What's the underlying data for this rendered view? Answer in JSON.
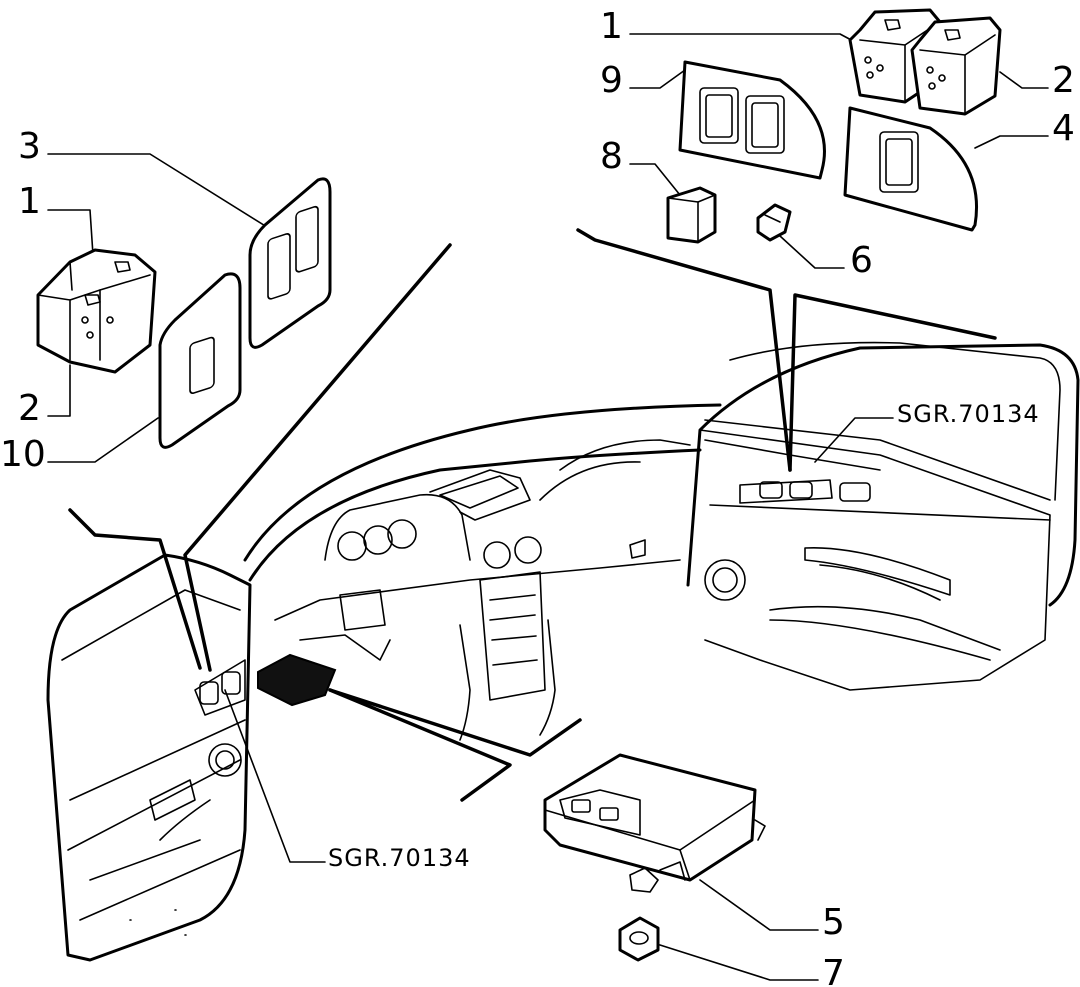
{
  "callouts": [
    {
      "id": "1a",
      "label": "1"
    },
    {
      "id": "9",
      "label": "9"
    },
    {
      "id": "2a",
      "label": "2"
    },
    {
      "id": "8",
      "label": "8"
    },
    {
      "id": "4",
      "label": "4"
    },
    {
      "id": "6",
      "label": "6"
    },
    {
      "id": "3",
      "label": "3"
    },
    {
      "id": "1b",
      "label": "1"
    },
    {
      "id": "2b",
      "label": "2"
    },
    {
      "id": "10",
      "label": "10"
    },
    {
      "id": "5",
      "label": "5"
    },
    {
      "id": "7",
      "label": "7"
    }
  ],
  "references": {
    "right_door": "SGR.70134",
    "left_door": "SGR.70134"
  }
}
